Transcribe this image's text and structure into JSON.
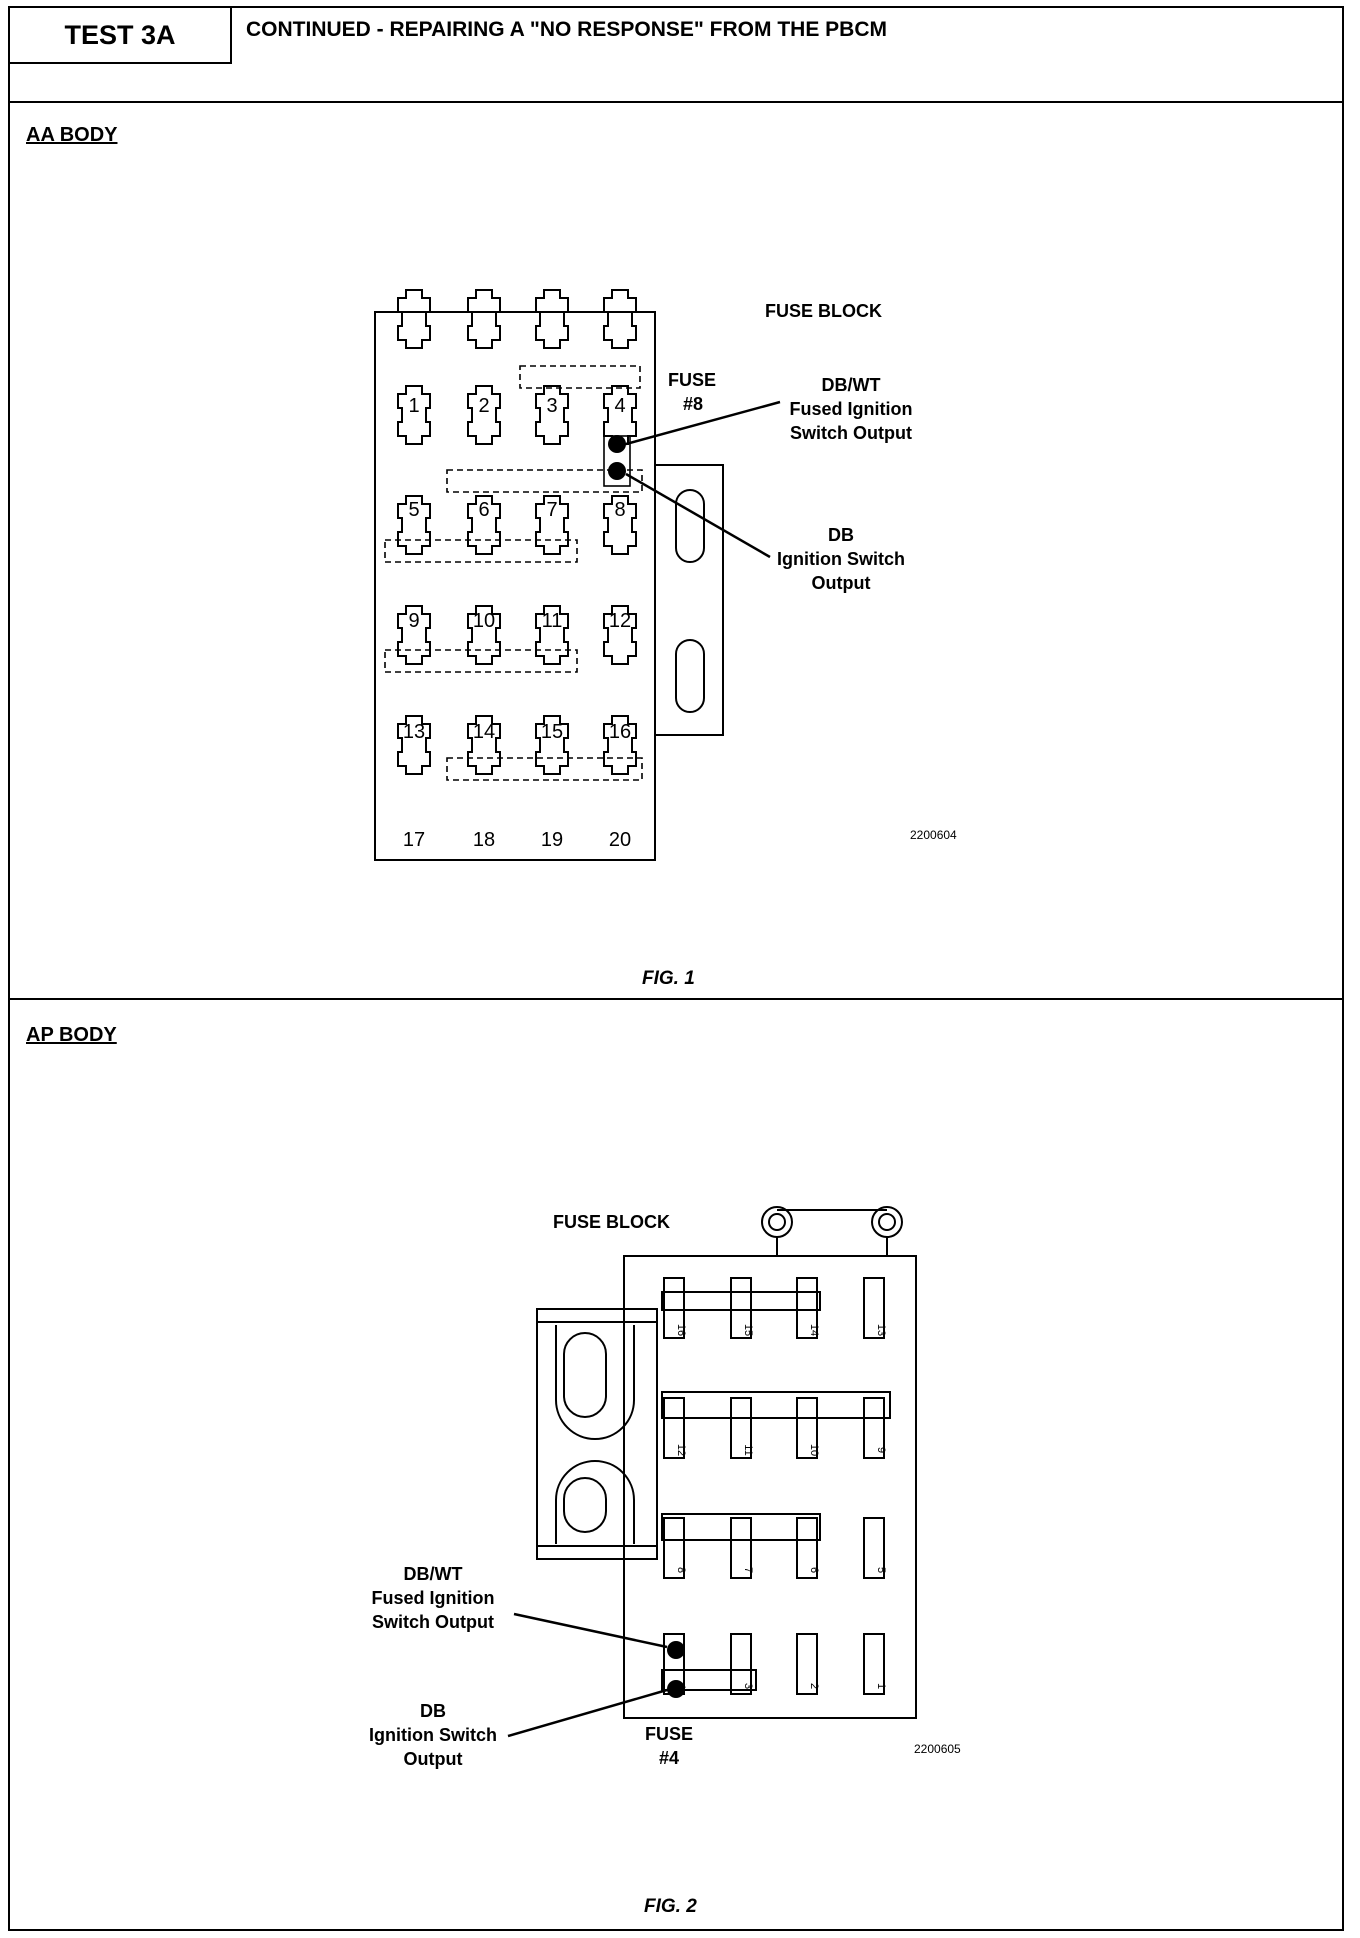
{
  "header": {
    "test_id": "TEST 3A",
    "title": "CONTINUED -  REPAIRING A \"NO RESPONSE\" FROM THE PBCM"
  },
  "section1": {
    "label": "AA BODY",
    "fuse_block_label": "FUSE BLOCK",
    "fuse_callout_line1": "FUSE",
    "fuse_callout_line2": "#8",
    "wire1": [
      "DB/WT",
      "Fused Ignition",
      "Switch Output"
    ],
    "wire2": [
      "DB",
      "Ignition Switch",
      "Output"
    ],
    "fuse_numbers": [
      "1",
      "2",
      "3",
      "4",
      "5",
      "6",
      "7",
      "8",
      "9",
      "10",
      "11",
      "12",
      "13",
      "14",
      "15",
      "16",
      "17",
      "18",
      "19",
      "20"
    ],
    "figure_id": "2200604",
    "caption": "FIG. 1"
  },
  "section2": {
    "label": "AP BODY",
    "fuse_block_label": "FUSE BLOCK",
    "fuse_callout_line1": "FUSE",
    "fuse_callout_line2": "#4",
    "wire1": [
      "DB/WT",
      "Fused Ignition",
      "Switch Output"
    ],
    "wire2": [
      "DB",
      "Ignition Switch",
      "Output"
    ],
    "slot_numbers": [
      "16",
      "15",
      "14",
      "13",
      "12",
      "11",
      "10",
      "9",
      "8",
      "7",
      "6",
      "5",
      "4",
      "3",
      "2",
      "1"
    ],
    "figure_id": "2200605",
    "caption": "FIG. 2"
  }
}
